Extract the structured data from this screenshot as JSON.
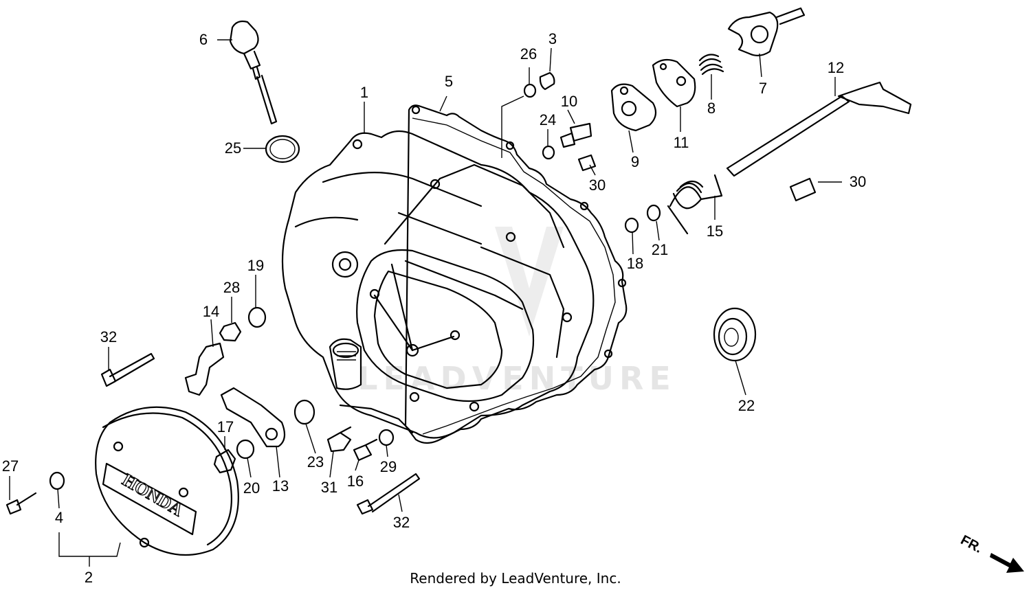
{
  "diagram": {
    "callouts": [
      {
        "id": "c1",
        "label": "1"
      },
      {
        "id": "c2",
        "label": "2"
      },
      {
        "id": "c3",
        "label": "3"
      },
      {
        "id": "c4",
        "label": "4"
      },
      {
        "id": "c5",
        "label": "5"
      },
      {
        "id": "c6",
        "label": "6"
      },
      {
        "id": "c7",
        "label": "7"
      },
      {
        "id": "c8",
        "label": "8"
      },
      {
        "id": "c9",
        "label": "9"
      },
      {
        "id": "c10",
        "label": "10"
      },
      {
        "id": "c11",
        "label": "11"
      },
      {
        "id": "c12",
        "label": "12"
      },
      {
        "id": "c13",
        "label": "13"
      },
      {
        "id": "c14",
        "label": "14"
      },
      {
        "id": "c15",
        "label": "15"
      },
      {
        "id": "c16",
        "label": "16"
      },
      {
        "id": "c17",
        "label": "17"
      },
      {
        "id": "c18",
        "label": "18"
      },
      {
        "id": "c19",
        "label": "19"
      },
      {
        "id": "c20",
        "label": "20"
      },
      {
        "id": "c21",
        "label": "21"
      },
      {
        "id": "c22",
        "label": "22"
      },
      {
        "id": "c23",
        "label": "23"
      },
      {
        "id": "c24",
        "label": "24"
      },
      {
        "id": "c25",
        "label": "25"
      },
      {
        "id": "c26",
        "label": "26"
      },
      {
        "id": "c27",
        "label": "27"
      },
      {
        "id": "c28",
        "label": "28"
      },
      {
        "id": "c29",
        "label": "29"
      },
      {
        "id": "c30a",
        "label": "30"
      },
      {
        "id": "c30b",
        "label": "30"
      },
      {
        "id": "c31",
        "label": "31"
      },
      {
        "id": "c32a",
        "label": "32"
      },
      {
        "id": "c32b",
        "label": "32"
      }
    ],
    "cover_logo_text": "HONDA",
    "direction_label": "FR.",
    "watermark_text": "LEADVENTURE",
    "credit": "Rendered by LeadVenture, Inc."
  },
  "colors": {
    "line": "#000000",
    "background": "#ffffff",
    "watermark": "#e6e6e6"
  }
}
